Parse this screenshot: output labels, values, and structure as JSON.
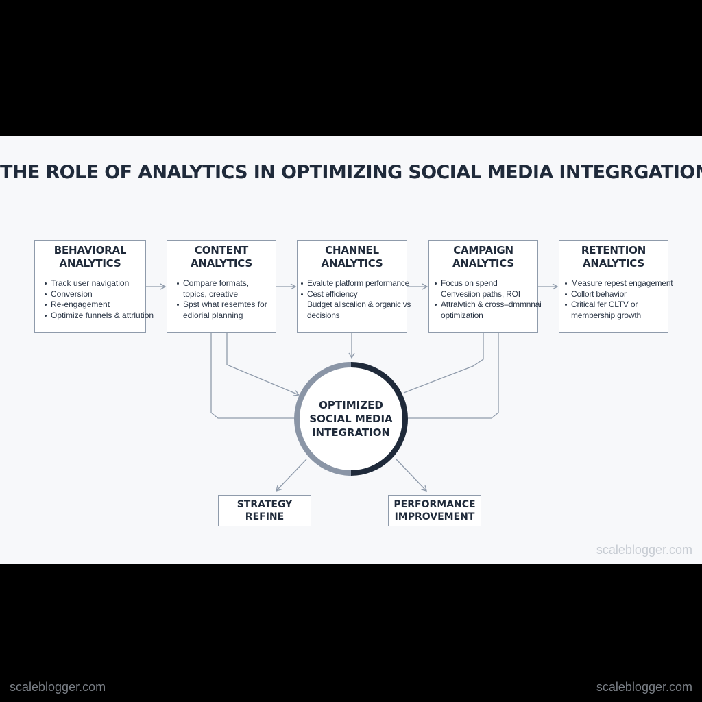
{
  "title": "THE ROLE OF ANALYTICS IN OPTIMIZING SOCIAL MEDIA INTEGRGATION",
  "colors": {
    "background": "#f7f8fa",
    "ink": "#1f2a3a",
    "border": "#8f9bab",
    "ring_dark": "#1f2a3a",
    "ring_light": "#8a95a6"
  },
  "boxes": [
    {
      "head1": "BEHAVIORAL",
      "head2": "ANALYTICS",
      "items": [
        "Track user navigation",
        "Conversion",
        "Re-engagement",
        "Optimize funnels & attrlution"
      ]
    },
    {
      "head1": "CONTENT",
      "head2": "ANALYTICS",
      "items": [
        "Compare formats,",
        "topics, creative",
        "Spst what resemtes for",
        "ediorial planning"
      ]
    },
    {
      "head1": "CHANNEL",
      "head2": "ANALYTICS",
      "items": [
        "Evalute platform performance",
        "Cest efficiency",
        "Budget allscalion & organic vs",
        "decisions"
      ]
    },
    {
      "head1": "CAMPAIGN",
      "head2": "ANALYTICS",
      "items": [
        "Focus on spend",
        "Cenvesiion paths, ROI",
        "Attralvtich & cross–dmmnnai",
        "optimization"
      ]
    },
    {
      "head1": "RETENTION",
      "head2": "ANALYTICS",
      "items": [
        "Measure repest engagement",
        "Collort behavior",
        "Critical fer CLTV or",
        "membership growth"
      ]
    }
  ],
  "hub": {
    "line1": "OPTIMIZED",
    "line2": "SOCIAL MEDIA",
    "line3": "INTEGRATION"
  },
  "outputs": [
    {
      "line1": "STRATEGY",
      "line2": "REFINE"
    },
    {
      "line1": "PERFORMANCE",
      "line2": "IMPROVEMENT"
    }
  ],
  "watermark": "scaleblogger.com"
}
